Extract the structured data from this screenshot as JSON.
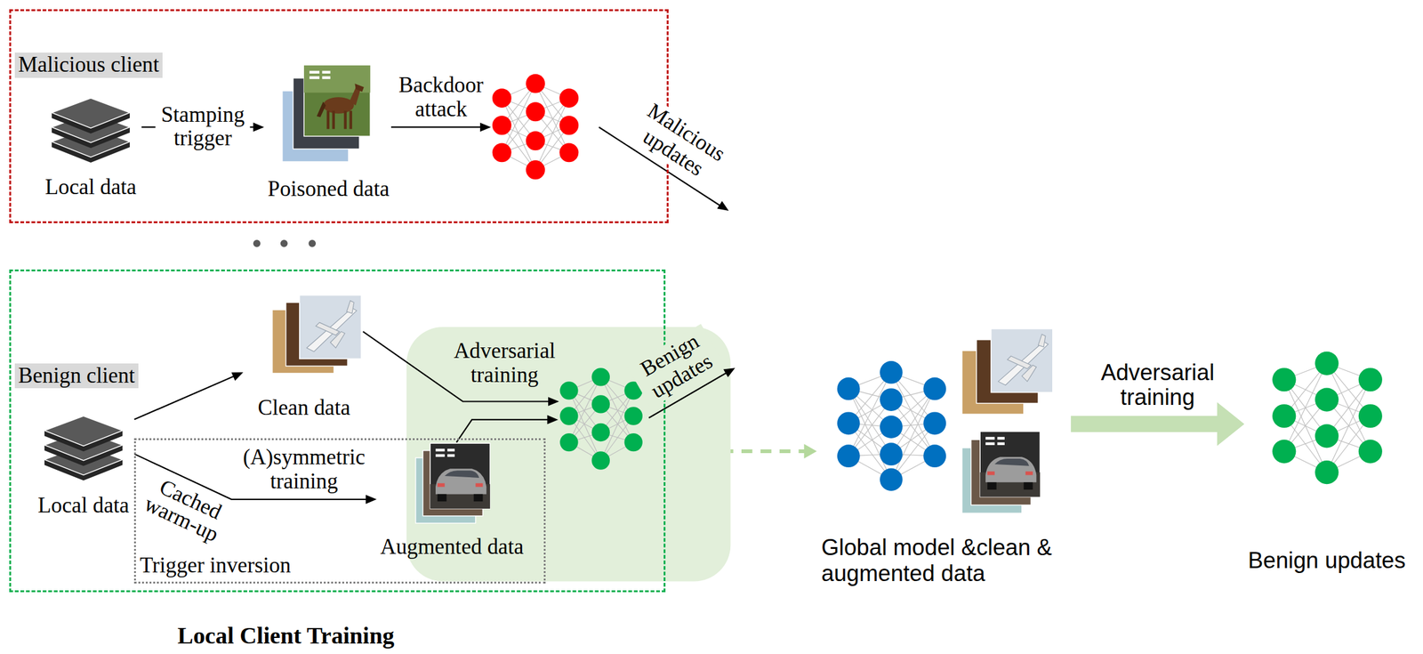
{
  "diagram": {
    "caption": "Local Client Training",
    "nodes": [
      {
        "text": [
          "Malicious client"
        ]
      },
      {
        "text": [
          "Local data"
        ],
        "in": 0
      },
      {
        "text": [
          "Poisoned data"
        ],
        "in": 0
      },
      {
        "text": [
          "Benign client"
        ]
      },
      {
        "text": [
          "Local data"
        ],
        "in": 3
      },
      {
        "text": [
          "Clean data"
        ],
        "in": 3
      },
      {
        "text": [
          "Trigger inversion"
        ],
        "in": 3
      },
      {
        "text": [
          "Augmented data"
        ],
        "in": 6
      },
      {
        "text": [
          "Global model &clean & augmented data"
        ]
      },
      {
        "text": [
          "Benign updates"
        ]
      }
    ],
    "edges": [
      {
        "from": 1,
        "to": 2,
        "label": "Stamping trigger",
        "arrow": "to"
      },
      {
        "from": 4,
        "to": 5,
        "arrow": "to"
      },
      {
        "from": 4,
        "to": 7,
        "label": "(A)symmetric training",
        "arrow": "to"
      },
      {
        "from": 3,
        "to": 8,
        "arrow": "to"
      },
      {
        "from": 8,
        "to": 9,
        "label": "Adversarial training",
        "arrow": "to"
      }
    ],
    "labels": [
      "Backdoor attack",
      "Malicious updates",
      "Adversarial training",
      "Benign updates",
      "Cached warm-up"
    ]
  }
}
